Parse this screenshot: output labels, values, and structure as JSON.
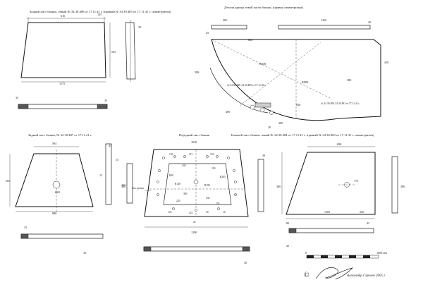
{
  "titles": {
    "rear_left": "Задний лист башни, левый № 34 30.486 от 17.11.41 г. (правый № 34 30.483 от 17.11.41 г. симметричен)",
    "turret_left_parts": "Детали днища левой части башни, (правая симметрична)",
    "rear_right": "Задний лист башни, № 34 30.487 от 17.11.41 г.",
    "front": "Передний лист башни",
    "side_left": "Боковой лист башни, левый № 34 30.484 от 17.11.41 г. (правый № 34 30.483 от 17.11.41 г. симметричен)"
  },
  "labels": {
    "part_numbers_a": "№ 34 30.488, 34 30.489 от 17.11.41 г.",
    "part_numbers_b": "№ 34 30.490, 34 30.491 от 17.11.41 г.",
    "gun_axis": "Ось пушки",
    "scale_zero": "0",
    "scale_end": "1000 мм",
    "copyright": "©",
    "author": "Александр Сергеев 2005 г."
  },
  "dims": {
    "d1_top_a": "616",
    "d1_top_b": "145",
    "d1_height": "565",
    "d1_bottom": "1175",
    "d1_side": "35",
    "d1_thk": "35",
    "d1_fl": "35",
    "d2_a": "406",
    "d2_b": "804",
    "d2_top": "1160",
    "d2_c": "20",
    "d2_d": "45",
    "d2_r1": "R838",
    "d2_r2": "R890",
    "d2_h1": "588",
    "d2_h2": "410",
    "d2_h3": "380",
    "d2_e": "400",
    "d2_f": "826",
    "d2_g": "200",
    "d2_h": "20",
    "d3_top": "594",
    "d3_height": "565",
    "d3_hole": "Ø65",
    "d3_bottom": "880",
    "d3_a": "45",
    "d3_b": "12",
    "d3_c": "15",
    "d3_thk": "35",
    "d3_side": "380",
    "d3_d": "35",
    "d4_top": "1030",
    "d4_150": "150",
    "d4_115": "115",
    "d4_140": "140",
    "d4_190": "190",
    "d4_r140": "R140",
    "d4_r180": "R180",
    "d4_r20": "R20",
    "d4_r205": "R205",
    "d4_380": "380",
    "d4_230": "230",
    "d4_220": "220",
    "d4_235": "235",
    "d4_135": "135",
    "d4_125": "125",
    "d4_50": "50",
    "d4_16": "16",
    "d4_25": "25",
    "d4_bottom": "1290",
    "d4_height": "460",
    "d4_side": "30",
    "d4_thk": "30",
    "d5_top": "690",
    "d5_height": "380",
    "d5_hole": "175",
    "d5_bottom": "1165",
    "d5_small": "220",
    "d5_thk": "45",
    "d5_side": "380",
    "d5_a": "80",
    "d5_b": "45"
  }
}
